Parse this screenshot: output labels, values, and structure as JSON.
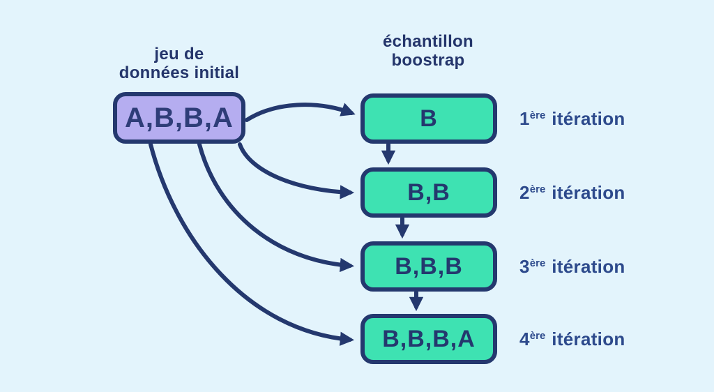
{
  "headers": {
    "initial_dataset": {
      "line1": "jeu de",
      "line2": "données initial"
    },
    "bootstrap_sample": {
      "line1": "échantillon",
      "line2": "boostrap"
    }
  },
  "initial_box": {
    "value": "A,B,B,A"
  },
  "iterations": [
    {
      "value": "B",
      "ordinal": "1",
      "ordinal_suffix": "ère",
      "word": "itération"
    },
    {
      "value": "B,B",
      "ordinal": "2",
      "ordinal_suffix": "ère",
      "word": "itération"
    },
    {
      "value": "B,B,B",
      "ordinal": "3",
      "ordinal_suffix": "ère",
      "word": "itération"
    },
    {
      "value": "B,B,B,A",
      "ordinal": "4",
      "ordinal_suffix": "ère",
      "word": "itération"
    }
  ],
  "colors": {
    "background": "#e3f4fc",
    "line_and_border_navy": "#24386e",
    "header_text": "#24356b",
    "initial_box_fill": "#b5adf0",
    "initial_box_text": "#2e3d78",
    "sample_box_fill": "#3ee2b2",
    "iteration_label_text": "#2d4a8c"
  }
}
